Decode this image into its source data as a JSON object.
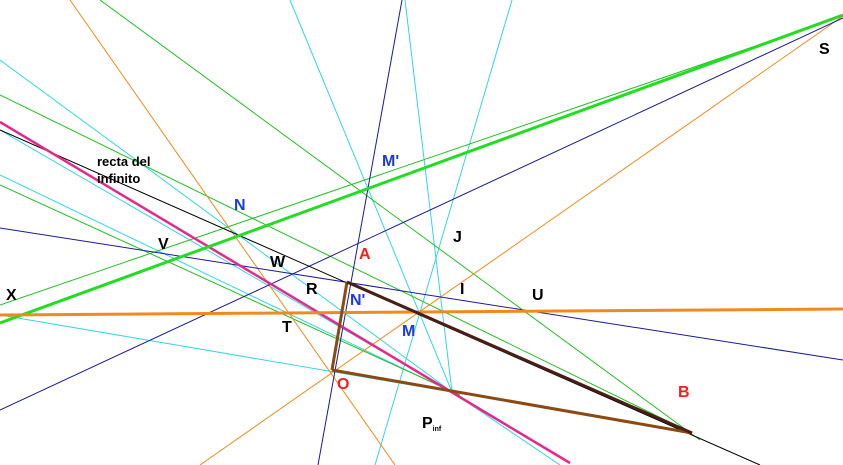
{
  "colors": {
    "cyan": "#33d6e6",
    "green_thin": "#22c022",
    "green_thick": "#22dd22",
    "orange": "#f08a1e",
    "navy": "#1a1a9a",
    "magenta": "#e6288c",
    "brown": "#8b4a14",
    "dark_brown": "#4a1e14",
    "black": "#000000",
    "red_label": "#ff1a1a",
    "blue_label": "#1a3cdc"
  },
  "labels": {
    "recta_line1": "recta del",
    "recta_line2": "infinito",
    "N": "N",
    "M_prime": "M'",
    "A": "A",
    "J": "J",
    "V": "V",
    "W": "W",
    "R": "R",
    "N_prime": "N'",
    "I": "I",
    "U": "U",
    "X": "X",
    "T": "T",
    "M": "M",
    "O": "O",
    "B": "B",
    "P_main": "P",
    "P_sub": "inf",
    "S": "S"
  }
}
